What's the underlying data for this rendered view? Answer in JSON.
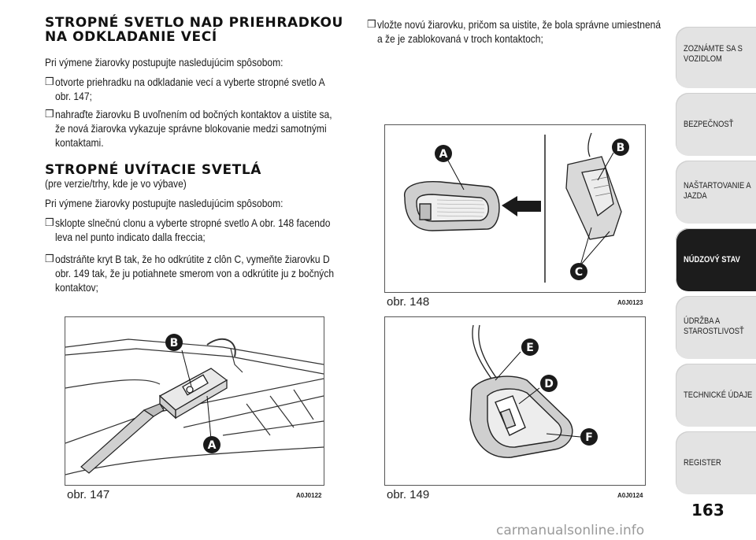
{
  "left": {
    "heading1": [
      "STROPNÉ SVETLO NAD PRIEHRADKOU",
      "NA ODKLADANIE VECÍ"
    ],
    "intro1": "Pri výmene žiarovky postupujte nasledujúcim spôsobom:",
    "bullets1": [
      [
        "otvorte priehradku na odkladanie vecí a vyberte stropné svetlo A",
        "obr. 147;"
      ],
      [
        "nahraďte žiarovku B uvoľnením od bočných kontaktov a uistite sa,",
        "že nová žiarovka vykazuje správne blokovanie medzi samotnými",
        "kontaktami."
      ]
    ],
    "heading2": "STROPNÉ UVÍTACIE SVETLÁ",
    "subheading2": "(pre verzie/trhy, kde je vo výbave)",
    "intro2": "Pri výmene žiarovky postupujte nasledujúcim spôsobom:",
    "bullets2": [
      [
        "sklopte slnečnú clonu a vyberte stropné svetlo A obr. 148 facendo",
        "leva nel punto indicato dalla freccia;"
      ],
      [
        "odstráňte kryt B tak, že ho odkrútite z clôn C, vymeňte žiarovku D",
        "obr. 149 tak, že ju potiahnete smerom von a odkrútite ju z bočných",
        "kontaktov;"
      ]
    ]
  },
  "right": {
    "bullets": [
      [
        "vložte novú žiarovku, pričom sa uistite, že bola správne umiestnená",
        "a že je zablokovaná v troch kontaktoch;"
      ]
    ]
  },
  "bullet_glyph": "❒",
  "figures": {
    "fig147": {
      "caption": "obr. 147",
      "code": "A0J0122",
      "labels": [
        "B",
        "A"
      ]
    },
    "fig148": {
      "caption": "obr. 148",
      "code": "A0J0123",
      "labels": [
        "A",
        "B",
        "C"
      ]
    },
    "fig149": {
      "caption": "obr. 149",
      "code": "A0J0124",
      "labels": [
        "E",
        "D",
        "F"
      ]
    }
  },
  "sidebar": {
    "tabs": [
      {
        "label": [
          "ZOZNÁMTE SA S",
          "VOZIDLOM"
        ],
        "active": false
      },
      {
        "label": [
          "BEZPEČNOSŤ"
        ],
        "active": false
      },
      {
        "label": [
          "NAŠTARTOVANIE A",
          "JAZDA"
        ],
        "active": false
      },
      {
        "label": [
          "NÚDZOVÝ STAV"
        ],
        "active": true
      },
      {
        "label": [
          "ÚDRŽBA A",
          "STAROSTLIVOSŤ"
        ],
        "active": false
      },
      {
        "label": [
          "TECHNICKÉ ÚDAJE"
        ],
        "active": false
      },
      {
        "label": [
          "REGISTER"
        ],
        "active": false
      }
    ]
  },
  "page_number": "163",
  "watermark": "carmanualsonline.info",
  "colors": {
    "label_circle": "#1a1a1a",
    "tab_bg": "#e3e3e3",
    "tab_active_bg": "#1c1c1c"
  }
}
